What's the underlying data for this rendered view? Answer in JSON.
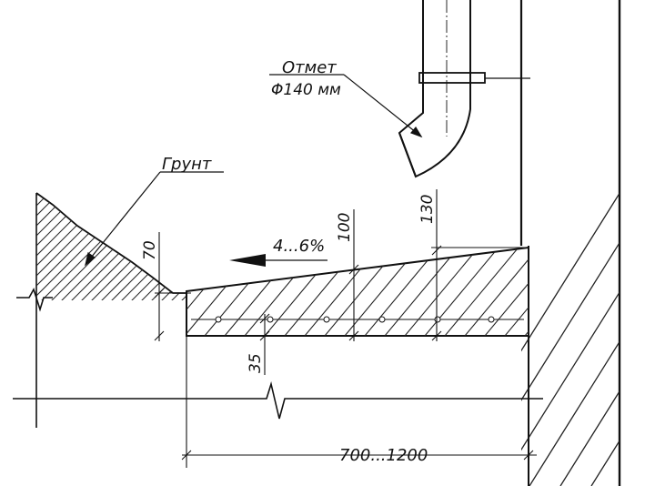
{
  "drawing": {
    "ink_color": "#111111",
    "background": "#ffffff",
    "labels": {
      "drain_outlet": "Отмет",
      "drain_diameter": "Φ140 мм",
      "soil": "Грунт",
      "slope": "4...6%",
      "dim_70": "70",
      "dim_100": "100",
      "dim_130": "130",
      "dim_35": "35",
      "dim_width": "700...1200"
    }
  }
}
